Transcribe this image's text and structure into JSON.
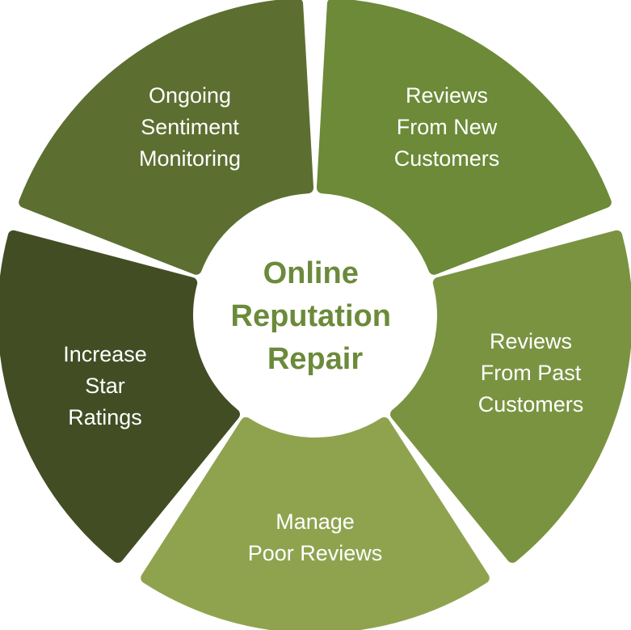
{
  "center": {
    "lines": [
      "Online",
      "Reputation",
      "Repair"
    ],
    "color": "#6b8a3a"
  },
  "segments": [
    {
      "lines": [
        "Reviews",
        "From New",
        "Customers"
      ],
      "color": "#6c8a37"
    },
    {
      "lines": [
        "Reviews",
        "From Past",
        "Customers"
      ],
      "color": "#7a9341"
    },
    {
      "lines": [
        "Manage",
        "Poor Reviews"
      ],
      "color": "#8fa34f"
    },
    {
      "lines": [
        "Increase",
        "Star",
        "Ratings"
      ],
      "color": "#434d24"
    },
    {
      "lines": [
        "Ongoing",
        "Sentiment",
        "Monitoring"
      ],
      "color": "#5c6f31"
    }
  ]
}
